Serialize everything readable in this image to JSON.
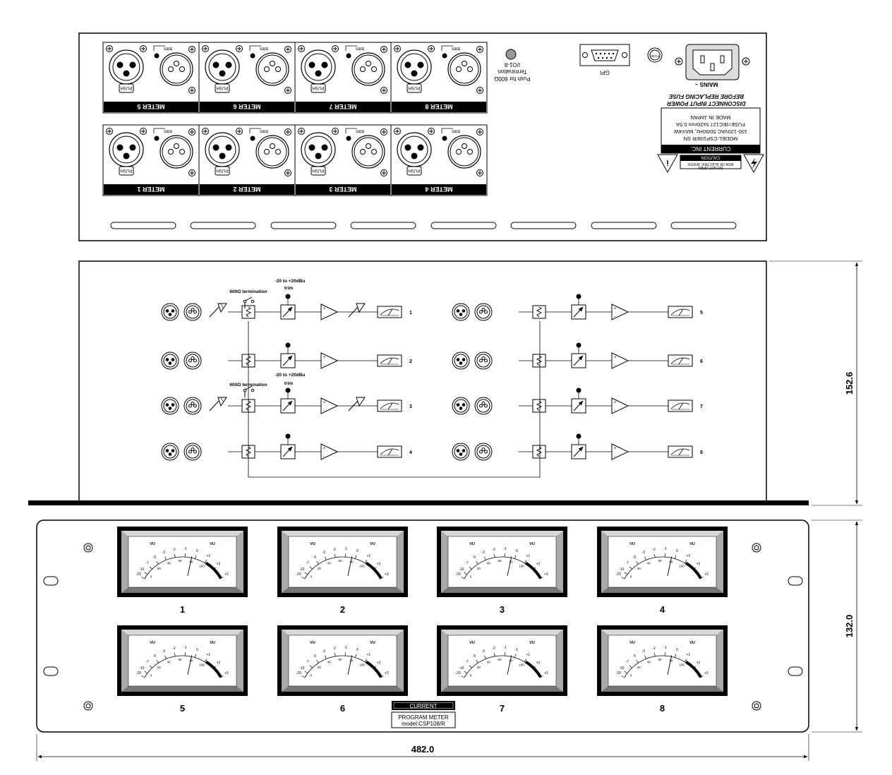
{
  "rear_panel": {
    "meter_labels": [
      "METER 5",
      "METER 6",
      "METER 7",
      "METER 8",
      "METER 1",
      "METER 2",
      "METER 3",
      "METER 4"
    ],
    "trim_label": "trim",
    "push_label": "PUSH",
    "termination_text": [
      "Push for 600Ω",
      "Termination",
      "I/O1-8"
    ],
    "gpi_label": "GPI",
    "fuse_label": "FUSE",
    "mains_label": "MAINS ~",
    "warning_lines": [
      "DISCONNECT INPUT POWER",
      "BEFORE REPLACING FUSE"
    ],
    "rating_plate": {
      "header": "CURRENT INC.",
      "lines": [
        "MODEL:CSP108/R SN",
        "100-120VAC 50/60Hz, MAX4W",
        "FUSE=IEC127 5x20mm 0.5A",
        "MADE IN JAPAN"
      ]
    },
    "caution_lines": [
      "CAUTION",
      "RISK OF ELECTRIC SHOCK",
      "DO NOT OPEN"
    ]
  },
  "block_diagram": {
    "termination_label": "600Ω termination",
    "range_label": "-20 to +20dBu",
    "trim_label": "trim",
    "channel_numbers": [
      "1",
      "2",
      "3",
      "4",
      "5",
      "6",
      "7",
      "8"
    ]
  },
  "front_panel": {
    "meter_numbers": [
      "1",
      "2",
      "3",
      "4",
      "5",
      "6",
      "7",
      "8"
    ],
    "vu_label": "VU",
    "scale_top": [
      "-20",
      "-10",
      "-7",
      "-5",
      "-3",
      "-2",
      "-1",
      "0",
      "+1",
      "+2",
      "+3"
    ],
    "scale_bottom": [
      "0",
      "20",
      "40",
      "60",
      "80",
      "100"
    ],
    "brand_label": "CURRENT",
    "product_lines": [
      "PROGRAM METER",
      "model:CSP108/R"
    ]
  },
  "dimensions": {
    "depth": "152.6",
    "height": "132.0",
    "width": "482.0"
  }
}
